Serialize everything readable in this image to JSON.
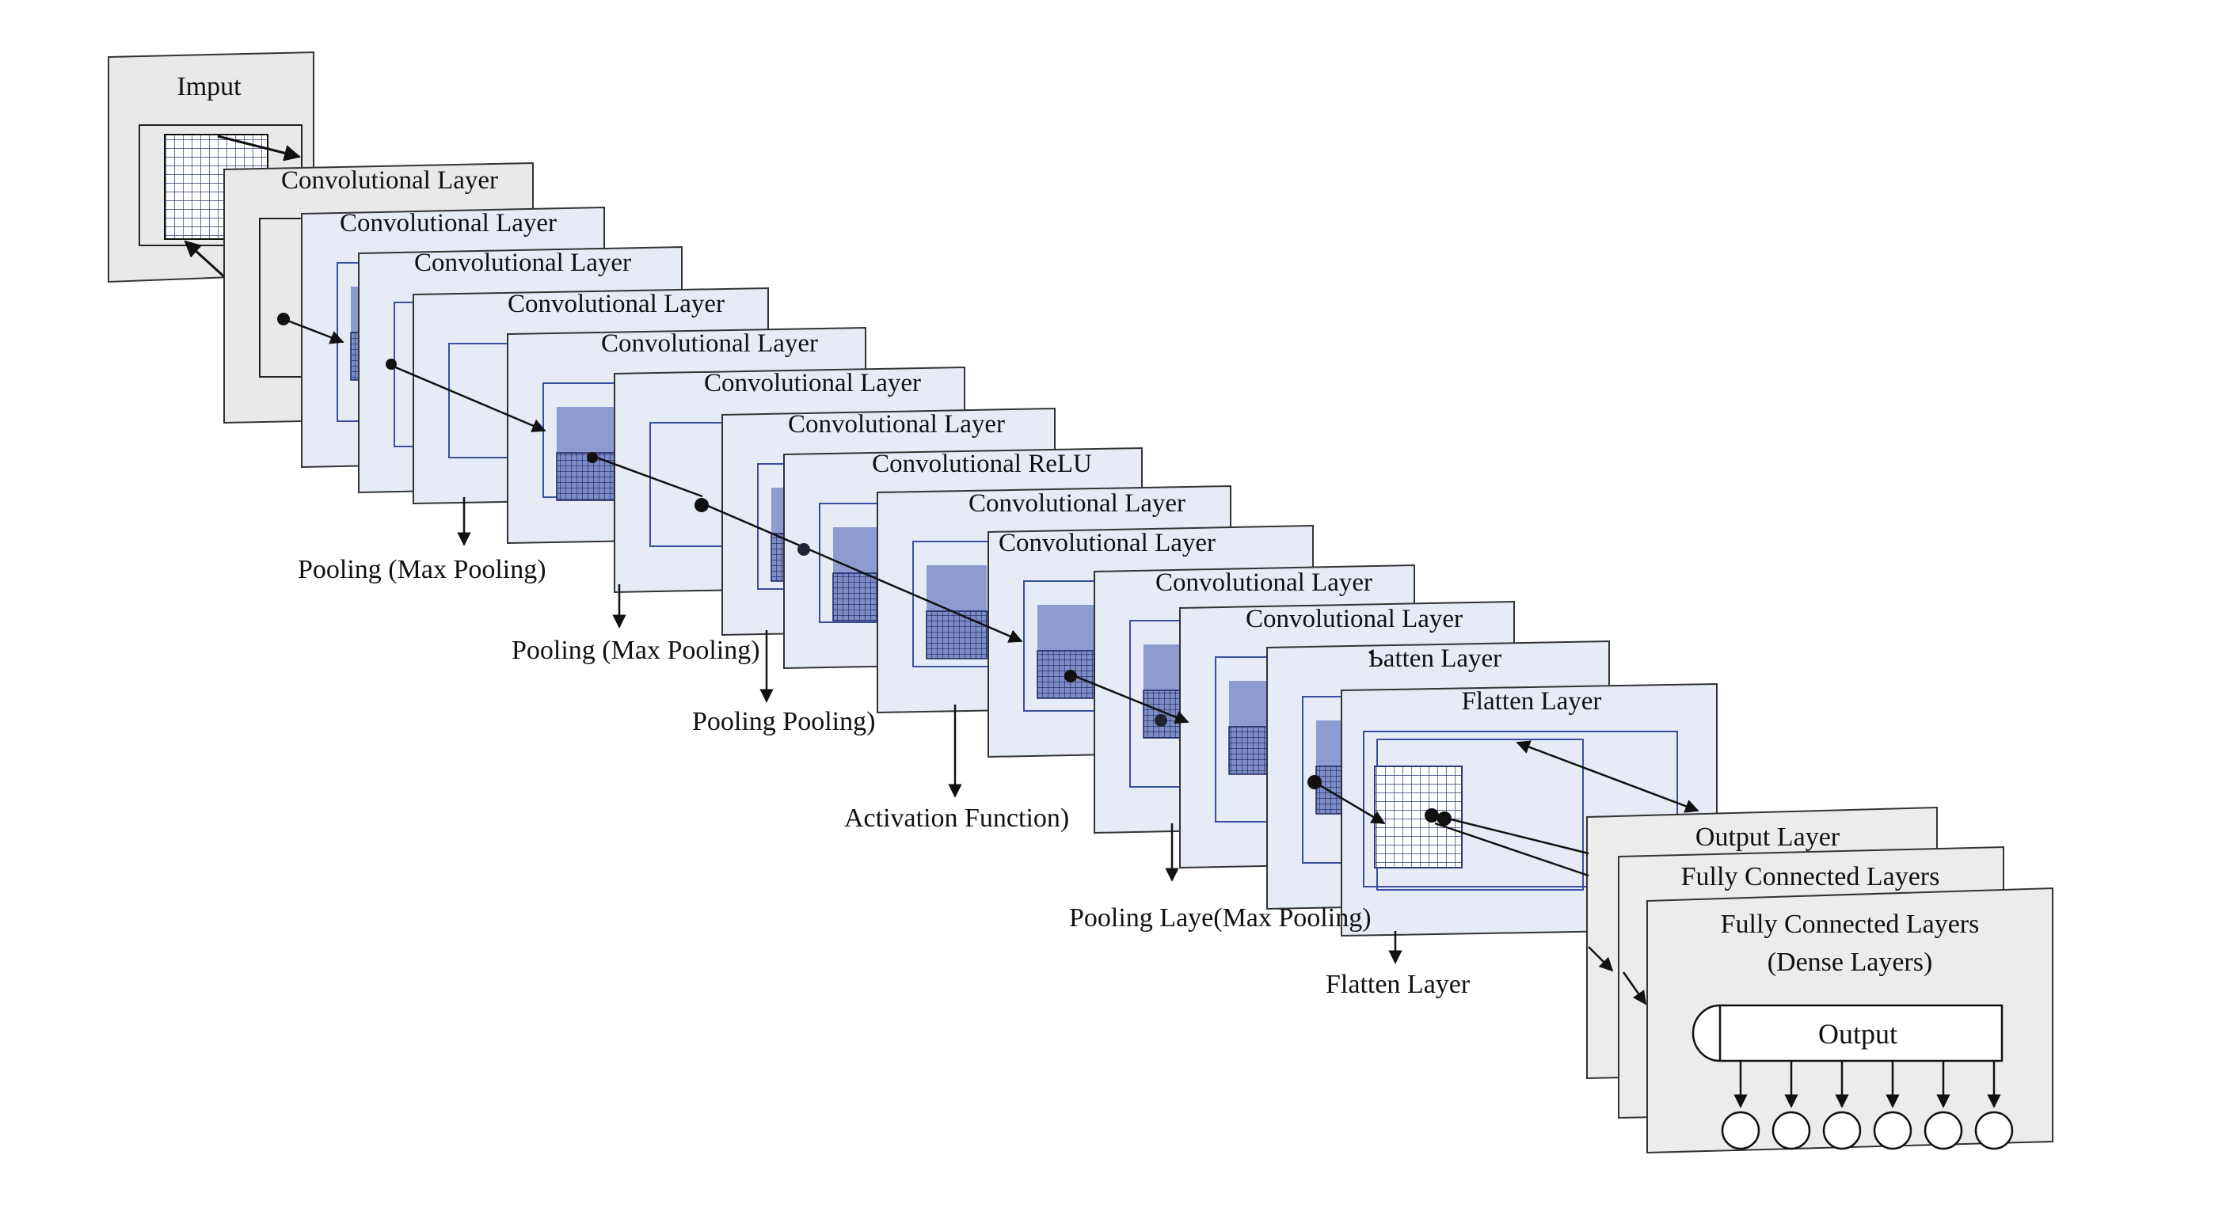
{
  "input_label": "Imput",
  "conv_labels": [
    "Convolutional Layer",
    "Convolutional Layer",
    "Convolutional Layer",
    "Convolutional Layer",
    "Convolutional Layer",
    "Convolutional Layer",
    "Convolutional Layer",
    "Convolutional ReLU",
    "Convolutional Layer",
    "Convolutional Layer",
    "Convolutional Layer",
    "Convolutional Layer",
    "Ƅatten Layer",
    "Flatten Layer"
  ],
  "annotations": {
    "pool1": "Pooling (Max Pooling)",
    "pool2": "Pooling (Max Pooling)",
    "pool3": "Pooling Pooling)",
    "activation": "Activation Function)",
    "pool4": "Pooling Laye(Max Pooling)",
    "flatten": "Flatten Layer"
  },
  "output_stack": {
    "back_label": "Output Layer",
    "middle_label": "Fully Connected Layers",
    "front_label_1": "Fully Connected Layers",
    "front_label_2": "(Dense Layers)",
    "output_box_label": "Output",
    "output_node_count": 6
  },
  "colors": {
    "layer_fill": "#e6ebf5",
    "grey_fill": "#e9e9e9",
    "inner_frame": "#3b4fa0",
    "feature_fill": "#8d9bd0",
    "grid_fill": "#4e5f9e",
    "line": "#111111"
  }
}
